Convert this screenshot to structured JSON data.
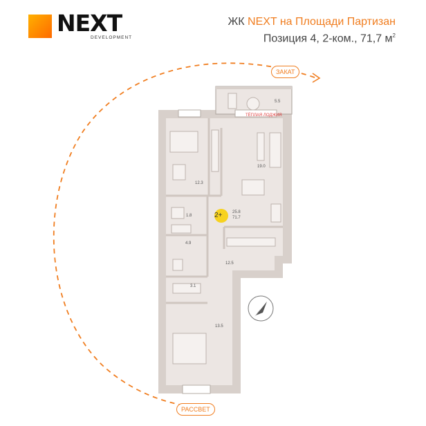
{
  "logo": {
    "wordmark": "NEXT",
    "subtitle": "DEVELOPMENT"
  },
  "header": {
    "prefix": "ЖК",
    "complex_name": "NEXT на Площади Партизан",
    "details": "Позиция 4, 2-ком., 71,7 м",
    "unit_sup": "2"
  },
  "compass_tags": {
    "sunset": "ЗАКАТ",
    "sunrise": "РАССВЕТ"
  },
  "plan": {
    "badge": "2+",
    "total_living": "25.8",
    "total_area": "71.7",
    "loggia_label": "ТЁПЛАЯ ЛОДЖИЯ",
    "loggia_area": "5.5",
    "rooms": {
      "bedroom1": "12.3",
      "kitchen_living": "19.0",
      "bathroom1": "1.8",
      "bathroom2": "4.9",
      "hall": "12.5",
      "wc": "3.1",
      "bedroom2": "13.5"
    }
  },
  "colors": {
    "accent": "#f07d1f",
    "wall": "#d8d0cb",
    "floor": "#ece6e3"
  }
}
